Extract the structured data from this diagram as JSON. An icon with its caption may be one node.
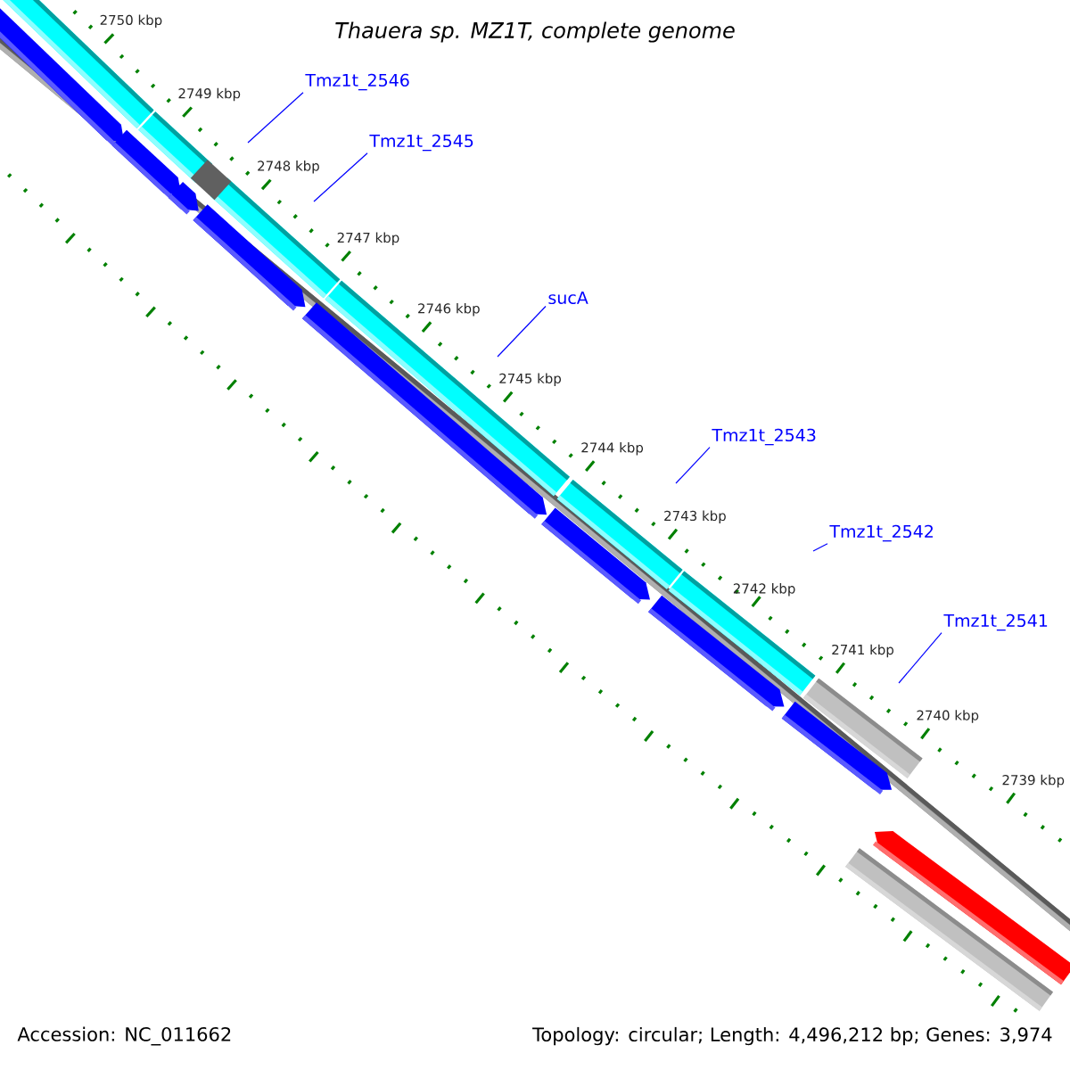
{
  "diagram": {
    "title": "Thauera sp. MZ1T, complete genome",
    "nodes": [
      {
        "text": [
          "Tmz1t_2546"
        ]
      },
      {
        "text": [
          "Tmz1t_2545"
        ]
      },
      {
        "text": [
          "sucA"
        ]
      },
      {
        "text": [
          "Tmz1t_2543"
        ]
      },
      {
        "text": [
          "Tmz1t_2542"
        ]
      },
      {
        "text": [
          "Tmz1t_2541"
        ]
      }
    ],
    "edges": [
      {
        "from": 0,
        "to": null,
        "arrow": "none"
      },
      {
        "from": 1,
        "to": null,
        "arrow": "none"
      },
      {
        "from": 2,
        "to": null,
        "arrow": "none"
      },
      {
        "from": 3,
        "to": null,
        "arrow": "none"
      },
      {
        "from": 4,
        "to": null,
        "arrow": "none"
      },
      {
        "from": 5,
        "to": null,
        "arrow": "none"
      }
    ],
    "labels": [
      "2750 kbp",
      "2749 kbp",
      "2748 kbp",
      "2747 kbp",
      "2746 kbp",
      "2745 kbp",
      "2744 kbp",
      "2743 kbp",
      "2742 kbp",
      "2741 kbp",
      "2740 kbp",
      "2739 kbp",
      "Accession: NC_011662",
      "Topology: circular; Length: 4,496,212 bp; Genes: 3,974"
    ]
  }
}
